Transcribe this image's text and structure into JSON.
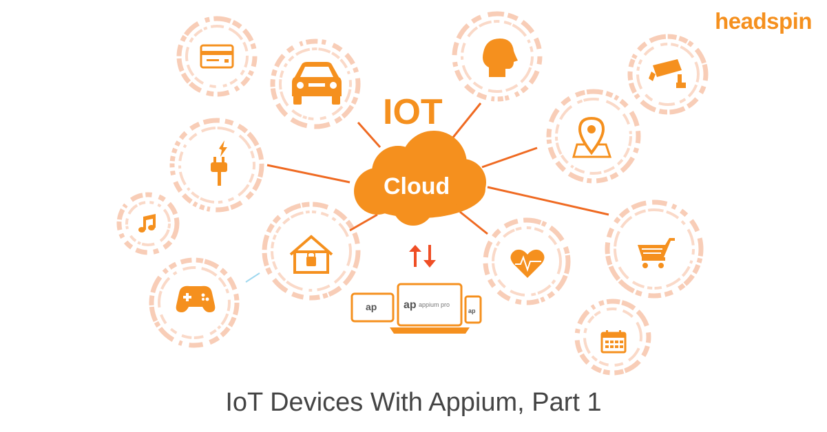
{
  "brand": "headspin",
  "center": {
    "heading": "IOT",
    "cloud_label": "Cloud"
  },
  "caption": "IoT Devices With Appium, Part 1",
  "laptop_screen_text": "appium pro",
  "colors": {
    "accent": "#f5901e",
    "ring": "#f7c4aa",
    "line": "#ef6a22",
    "caption": "#444444"
  },
  "device_icons": [
    "credit-card-icon",
    "car-icon",
    "human-head-icon",
    "security-camera-icon",
    "location-pin-icon",
    "power-plug-icon",
    "music-note-icon",
    "smart-home-lock-icon",
    "heartbeat-icon",
    "shopping-cart-icon",
    "gamepad-icon",
    "calendar-icon"
  ]
}
